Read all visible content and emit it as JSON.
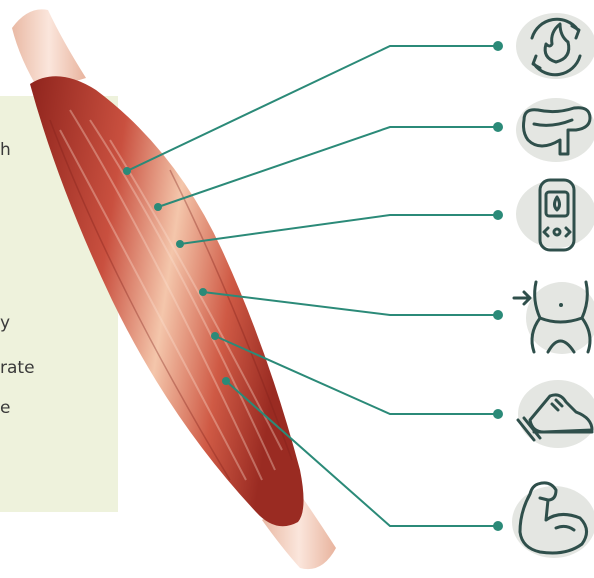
{
  "side_panel": {
    "text_fragments": [
      "h",
      "y",
      "rate",
      "e"
    ]
  },
  "icons": [
    {
      "name": "metabolism-flame-icon"
    },
    {
      "name": "pancreas-icon"
    },
    {
      "name": "glucose-meter-icon"
    },
    {
      "name": "waist-icon"
    },
    {
      "name": "running-shoe-icon"
    },
    {
      "name": "flexed-arm-icon"
    }
  ],
  "colors": {
    "connector": "#2b8a78",
    "panel": "#eef2dc",
    "icon_bg": "#e4e6e2",
    "icon_stroke": "#2f4f4b",
    "muscle_dark": "#9a2a22",
    "muscle_mid": "#c8503f",
    "muscle_light": "#f2c2a8",
    "tendon": "#f4d4c4"
  }
}
